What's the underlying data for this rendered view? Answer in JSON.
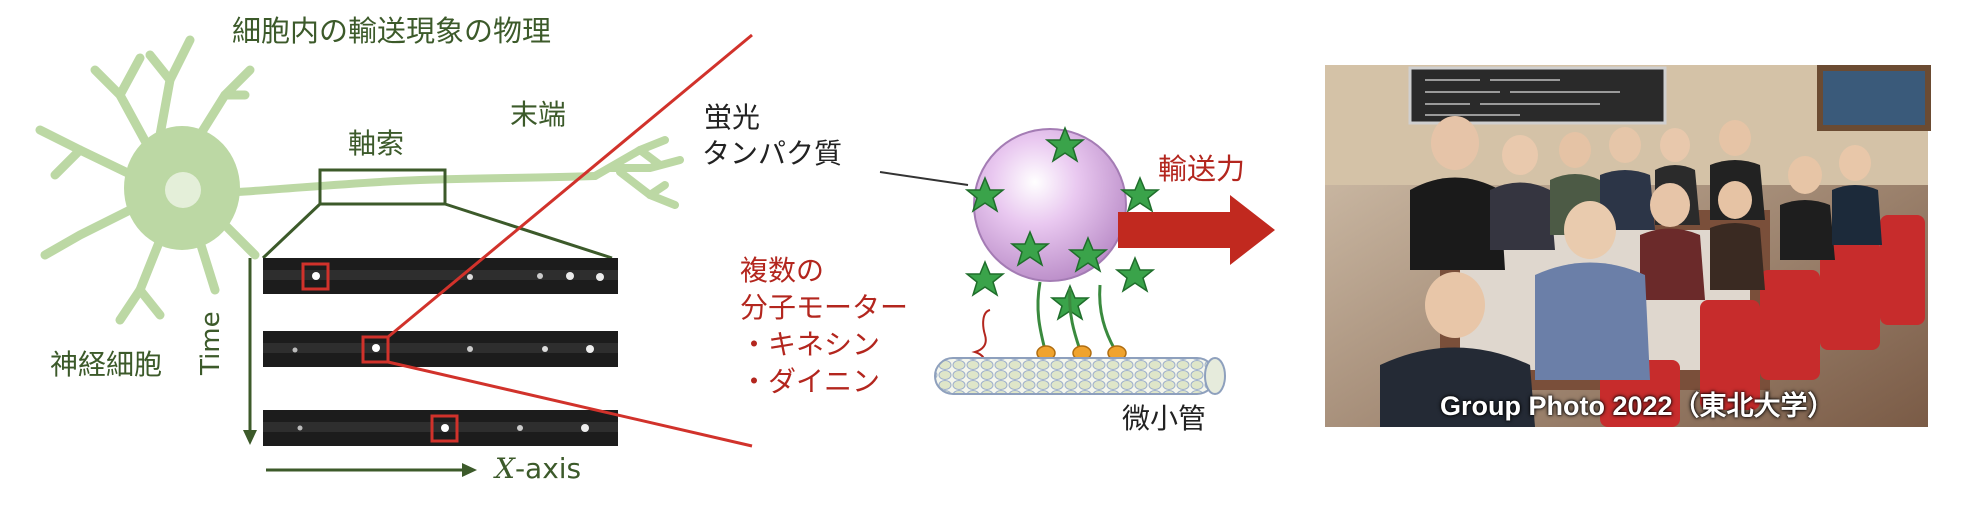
{
  "title": "細胞内の輸送現象の物理",
  "neuron": {
    "axon_label": "軸索",
    "terminal_label": "末端",
    "cell_label": "神経細胞"
  },
  "kymograph": {
    "time_label": "Time",
    "x_label_italic": "X",
    "x_label_rest": "-axis"
  },
  "motor": {
    "fluor_line1": "蛍光",
    "fluor_line2": "タンパク質",
    "force_label": "輸送力",
    "motors_line1": "複数の",
    "motors_line2": "分子モーター",
    "motors_line3": "・キネシン",
    "motors_line4": "・ダイニン",
    "microtubule_label": "微小管"
  },
  "photo": {
    "caption": "Group Photo 2022（東北大学）"
  },
  "colors": {
    "neuron": "#bcd8a4",
    "neuron_outline": "#3c5a2a",
    "red": "#d1322b",
    "green_text": "#3c5a2a",
    "red_text": "#b3261e",
    "vesicle": "#e7c6ee",
    "star": "#3aa34a",
    "motor_head": "#f0a32e"
  }
}
